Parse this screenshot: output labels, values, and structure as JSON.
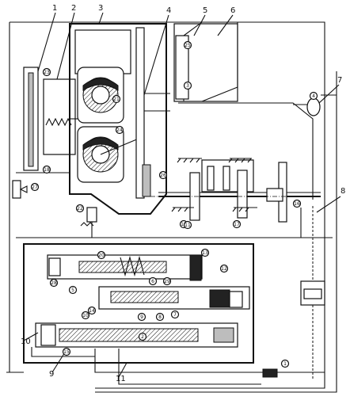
{
  "callouts": [
    "1",
    "2",
    "3",
    "4",
    "5",
    "6",
    "7",
    "8",
    "9",
    "10",
    "11"
  ],
  "circled_labels": {
    "c1": "23",
    "c2": "18",
    "c3": "21",
    "c4": "24",
    "c5": "25",
    "c6": "27",
    "c7": "26",
    "c8": "22",
    "c9": "16",
    "c10": "17",
    "c11": "19",
    "c12": "13",
    "c13": "12",
    "c14": "20",
    "c15": "5",
    "c16": "6",
    "c17": "29",
    "c18": "28",
    "c19": "4",
    "c20": "10",
    "c21": "14",
    "c22": "9",
    "c23": "8",
    "c24": "7",
    "c25": "3",
    "c26": "15",
    "c27": "11",
    "c28": "1",
    "c29": "2"
  }
}
